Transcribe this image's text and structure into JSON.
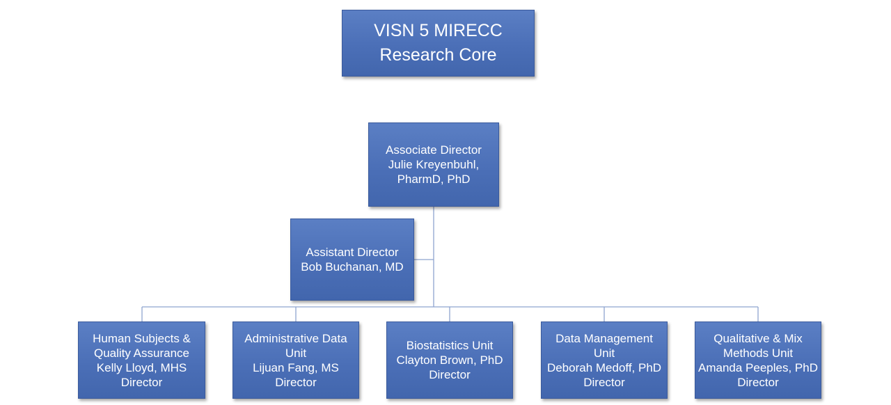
{
  "colors": {
    "box_fill": "#4b6fb7",
    "box_border": "#3a5a9c",
    "connector": "#8ea3cf",
    "text": "#ffffff"
  },
  "root": {
    "lines": [
      "VISN 5 MIRECC",
      "Research Core"
    ]
  },
  "associate_director": {
    "lines": [
      "Associate Director",
      "Julie Kreyenbuhl,",
      "PharmD, PhD"
    ]
  },
  "assistant_director": {
    "lines": [
      "Assistant Director",
      "Bob Buchanan, MD"
    ]
  },
  "units": [
    {
      "lines": [
        "Human Subjects &",
        "Quality Assurance",
        "Kelly Lloyd, MHS",
        "Director"
      ]
    },
    {
      "lines": [
        "Administrative Data",
        "Unit",
        "Lijuan Fang, MS",
        "Director"
      ]
    },
    {
      "lines": [
        "Biostatistics Unit",
        "Clayton Brown, PhD",
        "Director"
      ]
    },
    {
      "lines": [
        "Data Management",
        "Unit",
        "Deborah Medoff, PhD",
        "Director"
      ]
    },
    {
      "lines": [
        "Qualitative & Mix",
        "Methods Unit",
        "Amanda Peeples, PhD",
        "Director"
      ]
    }
  ]
}
